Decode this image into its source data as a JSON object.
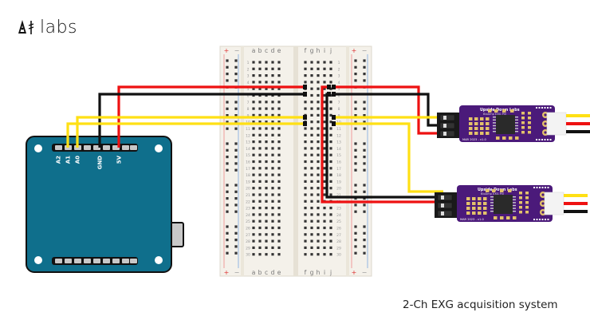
{
  "logo": {
    "text": "labs",
    "icon": "ai-logo-icon"
  },
  "caption": "2-Ch EXG acquisition system",
  "colors": {
    "arduino_board": "#0f6f8c",
    "breadboard": "#f4f1ea",
    "wire_power": "#ee1111",
    "wire_ground": "#111111",
    "wire_signal": "#ffe014",
    "sensor_board": "#4b1a7a",
    "pad_gold": "#e3c26a",
    "rail_plus": "#e25555",
    "rail_minus": "#5a8fd6"
  },
  "arduino": {
    "pin_labels": [
      "A2",
      "A1",
      "A0",
      "GND",
      "5V"
    ]
  },
  "breadboard": {
    "column_labels_left": [
      "a",
      "b",
      "c",
      "d",
      "e"
    ],
    "column_labels_right": [
      "f",
      "g",
      "h",
      "i",
      "j"
    ],
    "rail_plus": "+",
    "rail_minus": "−",
    "row_count": 30
  },
  "sensors": [
    {
      "title": "Upside Down Labs",
      "subtitle": "BioAmp EXG Pill",
      "footer": "MAR 2023 - v1.0"
    },
    {
      "title": "Upside Down Labs",
      "subtitle": "BioAmp EXG Pill",
      "footer": "MAR 2023 - v1.0"
    }
  ]
}
